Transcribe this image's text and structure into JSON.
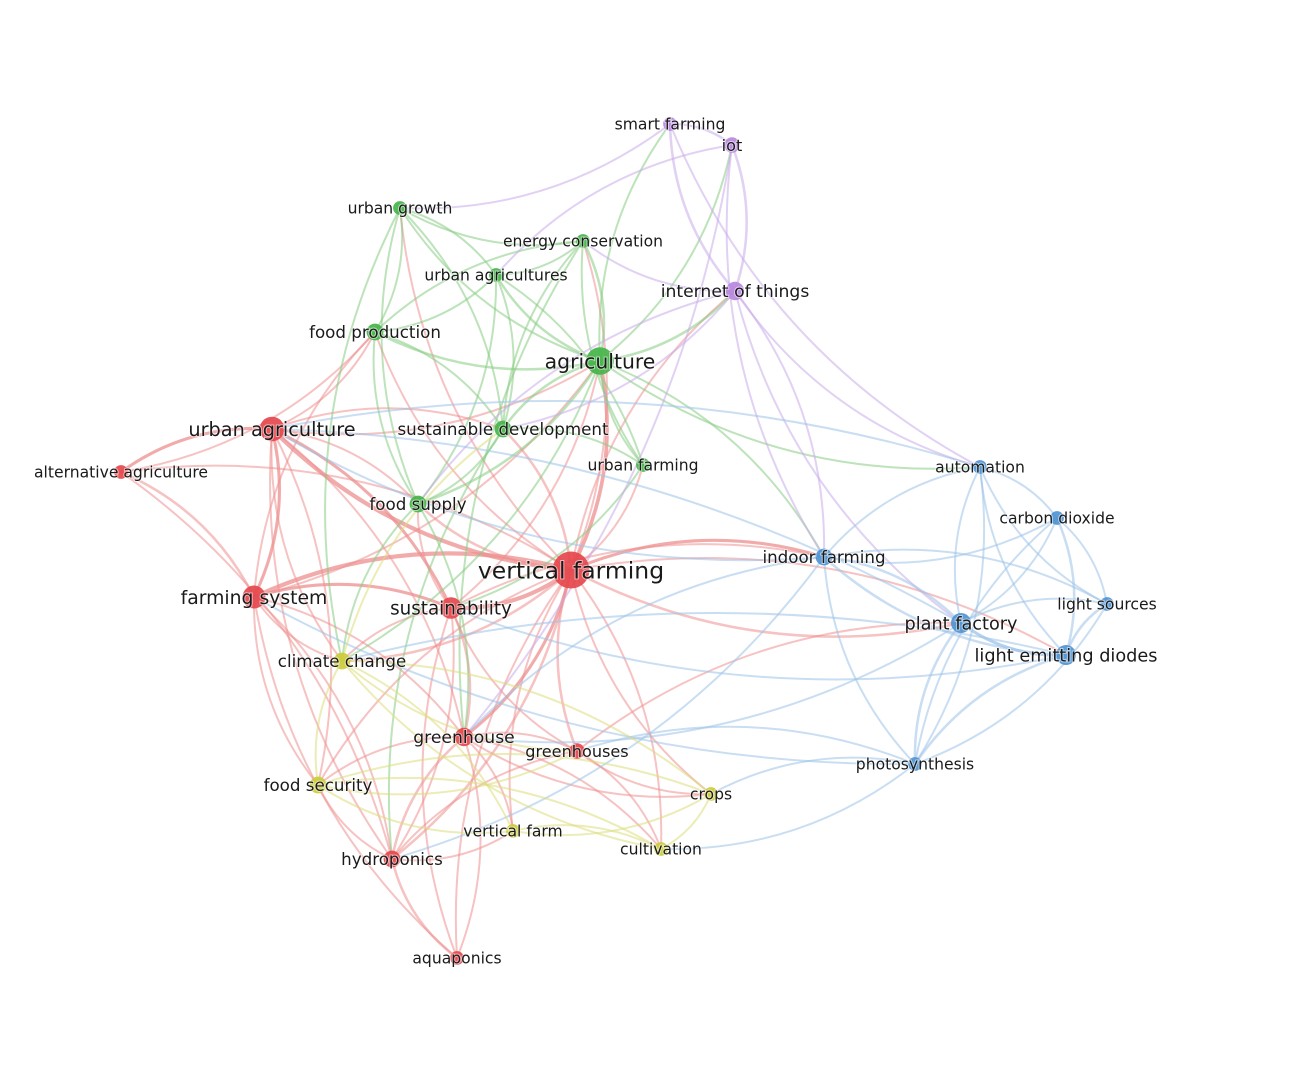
{
  "network": {
    "clusters": {
      "red": {
        "color": "#e5484d",
        "edge": "#ee8f8f"
      },
      "green": {
        "color": "#45b449",
        "edge": "#86cc82"
      },
      "purple": {
        "color": "#b887e0",
        "edge": "#c9acea"
      },
      "blue": {
        "color": "#4f94d2",
        "edge": "#9cc3e8"
      },
      "yellow": {
        "color": "#cccc3a",
        "edge": "#dcdc7c"
      }
    },
    "nodes": [
      {
        "id": "vertical-farming",
        "label": "vertical farming",
        "cluster": "red",
        "weight": 10
      },
      {
        "id": "urban-agriculture",
        "label": "urban agriculture",
        "cluster": "red",
        "weight": 6
      },
      {
        "id": "farming-system",
        "label": "farming system",
        "cluster": "red",
        "weight": 5.5
      },
      {
        "id": "sustainability",
        "label": "sustainability",
        "cluster": "red",
        "weight": 5
      },
      {
        "id": "greenhouse",
        "label": "greenhouse",
        "cluster": "red",
        "weight": 4
      },
      {
        "id": "greenhouses",
        "label": "greenhouses",
        "cluster": "red",
        "weight": 3
      },
      {
        "id": "hydroponics",
        "label": "hydroponics",
        "cluster": "red",
        "weight": 3.5
      },
      {
        "id": "aquaponics",
        "label": "aquaponics",
        "cluster": "red",
        "weight": 2.5
      },
      {
        "id": "alternative-agriculture",
        "label": "alternative agriculture",
        "cluster": "red",
        "weight": 2.5
      },
      {
        "id": "agriculture",
        "label": "agriculture",
        "cluster": "green",
        "weight": 7
      },
      {
        "id": "food-production",
        "label": "food production",
        "cluster": "green",
        "weight": 3.5
      },
      {
        "id": "sustainable-development",
        "label": "sustainable development",
        "cluster": "green",
        "weight": 3.5
      },
      {
        "id": "food-supply",
        "label": "food supply",
        "cluster": "green",
        "weight": 3.5
      },
      {
        "id": "urban-farming",
        "label": "urban farming",
        "cluster": "green",
        "weight": 2.5
      },
      {
        "id": "urban-growth",
        "label": "urban growth",
        "cluster": "green",
        "weight": 2.5
      },
      {
        "id": "energy-conservation",
        "label": "energy conservation",
        "cluster": "green",
        "weight": 2.5
      },
      {
        "id": "urban-agricultures",
        "label": "urban agricultures",
        "cluster": "green",
        "weight": 2.5
      },
      {
        "id": "smart-farming",
        "label": "smart farming",
        "cluster": "purple",
        "weight": 2.5
      },
      {
        "id": "iot",
        "label": "iot",
        "cluster": "purple",
        "weight": 3
      },
      {
        "id": "internet-of-things",
        "label": "internet of things",
        "cluster": "purple",
        "weight": 4
      },
      {
        "id": "indoor-farming",
        "label": "indoor farming",
        "cluster": "blue",
        "weight": 3.5
      },
      {
        "id": "plant-factory",
        "label": "plant factory",
        "cluster": "blue",
        "weight": 4.5
      },
      {
        "id": "light-emitting-diodes",
        "label": "light emitting diodes",
        "cluster": "blue",
        "weight": 4.5
      },
      {
        "id": "automation",
        "label": "automation",
        "cluster": "blue",
        "weight": 2.5
      },
      {
        "id": "carbon-dioxide",
        "label": "carbon dioxide",
        "cluster": "blue",
        "weight": 2.5
      },
      {
        "id": "light-sources",
        "label": "light sources",
        "cluster": "blue",
        "weight": 2.5
      },
      {
        "id": "photosynthesis",
        "label": "photosynthesis",
        "cluster": "blue",
        "weight": 2.5
      },
      {
        "id": "climate-change",
        "label": "climate change",
        "cluster": "yellow",
        "weight": 3.5
      },
      {
        "id": "food-security",
        "label": "food security",
        "cluster": "yellow",
        "weight": 3.5
      },
      {
        "id": "vertical-farm",
        "label": "vertical farm",
        "cluster": "yellow",
        "weight": 2.5
      },
      {
        "id": "crops",
        "label": "crops",
        "cluster": "yellow",
        "weight": 2.5
      },
      {
        "id": "cultivation",
        "label": "cultivation",
        "cluster": "yellow",
        "weight": 2.5
      }
    ],
    "edges": [
      [
        "vertical-farming",
        "urban-agriculture",
        3
      ],
      [
        "vertical-farming",
        "farming-system",
        3
      ],
      [
        "vertical-farming",
        "sustainability",
        3
      ],
      [
        "vertical-farming",
        "agriculture",
        2.5
      ],
      [
        "vertical-farming",
        "greenhouse",
        2
      ],
      [
        "vertical-farming",
        "greenhouses",
        1.5
      ],
      [
        "vertical-farming",
        "hydroponics",
        1.5
      ],
      [
        "vertical-farming",
        "aquaponics",
        1
      ],
      [
        "vertical-farming",
        "indoor-farming",
        2
      ],
      [
        "vertical-farming",
        "plant-factory",
        1.5
      ],
      [
        "vertical-farming",
        "food-production",
        1
      ],
      [
        "vertical-farming",
        "sustainable-development",
        1.5
      ],
      [
        "vertical-farming",
        "food-supply",
        1.5
      ],
      [
        "vertical-farming",
        "urban-farming",
        1
      ],
      [
        "vertical-farming",
        "climate-change",
        1.5
      ],
      [
        "vertical-farming",
        "food-security",
        1
      ],
      [
        "vertical-farming",
        "internet-of-things",
        1
      ],
      [
        "vertical-farming",
        "crops",
        1
      ],
      [
        "vertical-farming",
        "cultivation",
        1
      ],
      [
        "vertical-farming",
        "alternative-agriculture",
        1
      ],
      [
        "vertical-farming",
        "light-emitting-diodes",
        1
      ],
      [
        "vertical-farming",
        "vertical-farm",
        1
      ],
      [
        "vertical-farming",
        "urban-growth",
        1
      ],
      [
        "vertical-farming",
        "energy-conservation",
        1
      ],
      [
        "urban-agriculture",
        "farming-system",
        2
      ],
      [
        "urban-agriculture",
        "alternative-agriculture",
        2
      ],
      [
        "urban-agriculture",
        "sustainability",
        2
      ],
      [
        "urban-agriculture",
        "food-production",
        1
      ],
      [
        "urban-agriculture",
        "food-supply",
        1
      ],
      [
        "urban-agriculture",
        "hydroponics",
        1
      ],
      [
        "urban-agriculture",
        "greenhouse",
        1
      ],
      [
        "urban-agriculture",
        "agriculture",
        1
      ],
      [
        "urban-agriculture",
        "sustainable-development",
        1
      ],
      [
        "urban-agriculture",
        "climate-change",
        1
      ],
      [
        "urban-agriculture",
        "food-security",
        1
      ],
      [
        "farming-system",
        "alternative-agriculture",
        1.5
      ],
      [
        "farming-system",
        "sustainability",
        2
      ],
      [
        "farming-system",
        "climate-change",
        1
      ],
      [
        "farming-system",
        "greenhouse",
        1
      ],
      [
        "farming-system",
        "food-security",
        1
      ],
      [
        "farming-system",
        "hydroponics",
        1
      ],
      [
        "farming-system",
        "aquaponics",
        1
      ],
      [
        "farming-system",
        "food-production",
        1
      ],
      [
        "farming-system",
        "agriculture",
        1
      ],
      [
        "sustainability",
        "greenhouse",
        1.5
      ],
      [
        "sustainability",
        "greenhouses",
        1
      ],
      [
        "sustainability",
        "hydroponics",
        1
      ],
      [
        "sustainability",
        "agriculture",
        1
      ],
      [
        "sustainability",
        "food-supply",
        1
      ],
      [
        "sustainability",
        "climate-change",
        1
      ],
      [
        "sustainability",
        "indoor-farming",
        1
      ],
      [
        "sustainability",
        "aquaponics",
        1
      ],
      [
        "greenhouse",
        "greenhouses",
        1
      ],
      [
        "greenhouse",
        "hydroponics",
        1.5
      ],
      [
        "greenhouse",
        "aquaponics",
        1
      ],
      [
        "greenhouse",
        "food-security",
        1
      ],
      [
        "greenhouse",
        "cultivation",
        1
      ],
      [
        "greenhouse",
        "crops",
        1
      ],
      [
        "greenhouse",
        "vertical-farm",
        1
      ],
      [
        "greenhouses",
        "hydroponics",
        1
      ],
      [
        "greenhouses",
        "cultivation",
        1
      ],
      [
        "greenhouses",
        "crops",
        1
      ],
      [
        "greenhouses",
        "plant-factory",
        1
      ],
      [
        "hydroponics",
        "aquaponics",
        1.5
      ],
      [
        "hydroponics",
        "food-security",
        1
      ],
      [
        "hydroponics",
        "vertical-farm",
        1
      ],
      [
        "alternative-agriculture",
        "hydroponics",
        1
      ],
      [
        "alternative-agriculture",
        "food-production",
        1
      ],
      [
        "agriculture",
        "food-production",
        1.5
      ],
      [
        "agriculture",
        "sustainable-development",
        1.5
      ],
      [
        "agriculture",
        "urban-growth",
        1
      ],
      [
        "agriculture",
        "energy-conservation",
        1.5
      ],
      [
        "agriculture",
        "urban-agricultures",
        1.5
      ],
      [
        "agriculture",
        "urban-farming",
        1
      ],
      [
        "agriculture",
        "food-supply",
        1.5
      ],
      [
        "agriculture",
        "internet-of-things",
        1.5
      ],
      [
        "agriculture",
        "smart-farming",
        1
      ],
      [
        "agriculture",
        "iot",
        1
      ],
      [
        "agriculture",
        "indoor-farming",
        1
      ],
      [
        "agriculture",
        "automation",
        1
      ],
      [
        "agriculture",
        "climate-change",
        1
      ],
      [
        "food-production",
        "urban-growth",
        1
      ],
      [
        "food-production",
        "energy-conservation",
        1
      ],
      [
        "food-production",
        "food-supply",
        1
      ],
      [
        "food-production",
        "sustainable-development",
        1
      ],
      [
        "food-production",
        "urban-agricultures",
        1
      ],
      [
        "sustainable-development",
        "food-supply",
        1
      ],
      [
        "sustainable-development",
        "urban-growth",
        1
      ],
      [
        "sustainable-development",
        "energy-conservation",
        1
      ],
      [
        "sustainable-development",
        "urban-agricultures",
        1
      ],
      [
        "sustainable-development",
        "urban-farming",
        1
      ],
      [
        "sustainable-development",
        "hydroponics",
        1
      ],
      [
        "food-supply",
        "urban-growth",
        1
      ],
      [
        "food-supply",
        "climate-change",
        1
      ],
      [
        "food-supply",
        "greenhouse",
        1
      ],
      [
        "food-supply",
        "urban-agricultures",
        1
      ],
      [
        "urban-farming",
        "energy-conservation",
        1
      ],
      [
        "urban-farming",
        "urban-agricultures",
        1
      ],
      [
        "urban-farming",
        "sustainability",
        1
      ],
      [
        "urban-growth",
        "energy-conservation",
        1
      ],
      [
        "urban-growth",
        "urban-agricultures",
        1
      ],
      [
        "urban-growth",
        "climate-change",
        1
      ],
      [
        "energy-conservation",
        "urban-agricultures",
        1
      ],
      [
        "energy-conservation",
        "greenhouse",
        1
      ],
      [
        "smart-farming",
        "iot",
        1.5
      ],
      [
        "smart-farming",
        "internet-of-things",
        1.5
      ],
      [
        "smart-farming",
        "urban-growth",
        1
      ],
      [
        "smart-farming",
        "automation",
        1
      ],
      [
        "iot",
        "internet-of-things",
        1.5
      ],
      [
        "iot",
        "indoor-farming",
        1
      ],
      [
        "iot",
        "greenhouse",
        1
      ],
      [
        "iot",
        "urban-agricultures",
        1
      ],
      [
        "internet-of-things",
        "indoor-farming",
        1
      ],
      [
        "internet-of-things",
        "plant-factory",
        1
      ],
      [
        "internet-of-things",
        "sustainable-development",
        1
      ],
      [
        "internet-of-things",
        "food-supply",
        1
      ],
      [
        "internet-of-things",
        "energy-conservation",
        1
      ],
      [
        "internet-of-things",
        "automation",
        1
      ],
      [
        "indoor-farming",
        "plant-factory",
        1.5
      ],
      [
        "indoor-farming",
        "light-emitting-diodes",
        1.5
      ],
      [
        "indoor-farming",
        "automation",
        1
      ],
      [
        "indoor-farming",
        "carbon-dioxide",
        1
      ],
      [
        "indoor-farming",
        "light-sources",
        1
      ],
      [
        "indoor-farming",
        "photosynthesis",
        1
      ],
      [
        "indoor-farming",
        "hydroponics",
        1
      ],
      [
        "indoor-farming",
        "greenhouse",
        1
      ],
      [
        "indoor-farming",
        "urban-agriculture",
        1
      ],
      [
        "plant-factory",
        "light-emitting-diodes",
        2
      ],
      [
        "plant-factory",
        "automation",
        1
      ],
      [
        "plant-factory",
        "carbon-dioxide",
        1
      ],
      [
        "plant-factory",
        "light-sources",
        1
      ],
      [
        "plant-factory",
        "photosynthesis",
        1.5
      ],
      [
        "plant-factory",
        "greenhouse",
        1
      ],
      [
        "plant-factory",
        "urban-agriculture",
        1
      ],
      [
        "light-emitting-diodes",
        "automation",
        1
      ],
      [
        "light-emitting-diodes",
        "carbon-dioxide",
        1.5
      ],
      [
        "light-emitting-diodes",
        "light-sources",
        1.5
      ],
      [
        "light-emitting-diodes",
        "photosynthesis",
        1.5
      ],
      [
        "light-emitting-diodes",
        "sustainability",
        1
      ],
      [
        "light-emitting-diodes",
        "climate-change",
        1
      ],
      [
        "automation",
        "carbon-dioxide",
        1
      ],
      [
        "automation",
        "light-sources",
        1
      ],
      [
        "automation",
        "photosynthesis",
        1
      ],
      [
        "automation",
        "urban-agriculture",
        1
      ],
      [
        "carbon-dioxide",
        "light-sources",
        1
      ],
      [
        "carbon-dioxide",
        "photosynthesis",
        1
      ],
      [
        "light-sources",
        "photosynthesis",
        1
      ],
      [
        "photosynthesis",
        "crops",
        1
      ],
      [
        "photosynthesis",
        "cultivation",
        1
      ],
      [
        "photosynthesis",
        "greenhouses",
        1
      ],
      [
        "photosynthesis",
        "farming-system",
        1
      ],
      [
        "climate-change",
        "food-security",
        1
      ],
      [
        "climate-change",
        "vertical-farm",
        1
      ],
      [
        "climate-change",
        "cultivation",
        1
      ],
      [
        "climate-change",
        "crops",
        1
      ],
      [
        "climate-change",
        "greenhouses",
        1
      ],
      [
        "climate-change",
        "sustainable-development",
        1
      ],
      [
        "food-security",
        "vertical-farm",
        1
      ],
      [
        "food-security",
        "cultivation",
        1
      ],
      [
        "food-security",
        "greenhouses",
        1
      ],
      [
        "vertical-farm",
        "cultivation",
        1
      ],
      [
        "vertical-farm",
        "crops",
        1
      ],
      [
        "crops",
        "cultivation",
        1
      ],
      [
        "crops",
        "food-security",
        1
      ]
    ]
  }
}
